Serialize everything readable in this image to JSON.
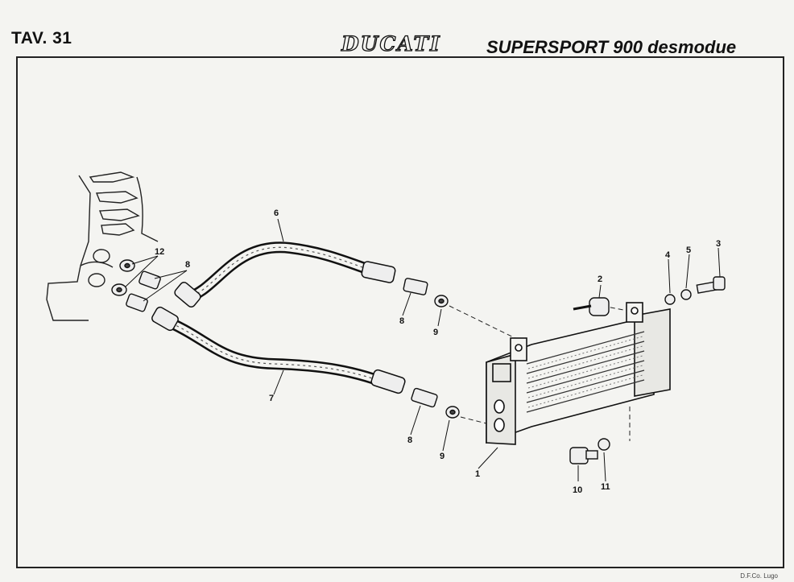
{
  "header": {
    "table_code": "TAV. 31",
    "brand": "DUCATI",
    "model": "SUPERSPORT 900 desmodue"
  },
  "callouts": {
    "c1": "1",
    "c2": "2",
    "c3": "3",
    "c4": "4",
    "c5": "5",
    "c6": "6",
    "c7": "7",
    "c8a": "8",
    "c8b": "8",
    "c8c": "8",
    "c9a": "9",
    "c9b": "9",
    "c10": "10",
    "c11": "11",
    "c12": "12"
  },
  "footer": {
    "note": "D.F.Co. Lugo"
  }
}
